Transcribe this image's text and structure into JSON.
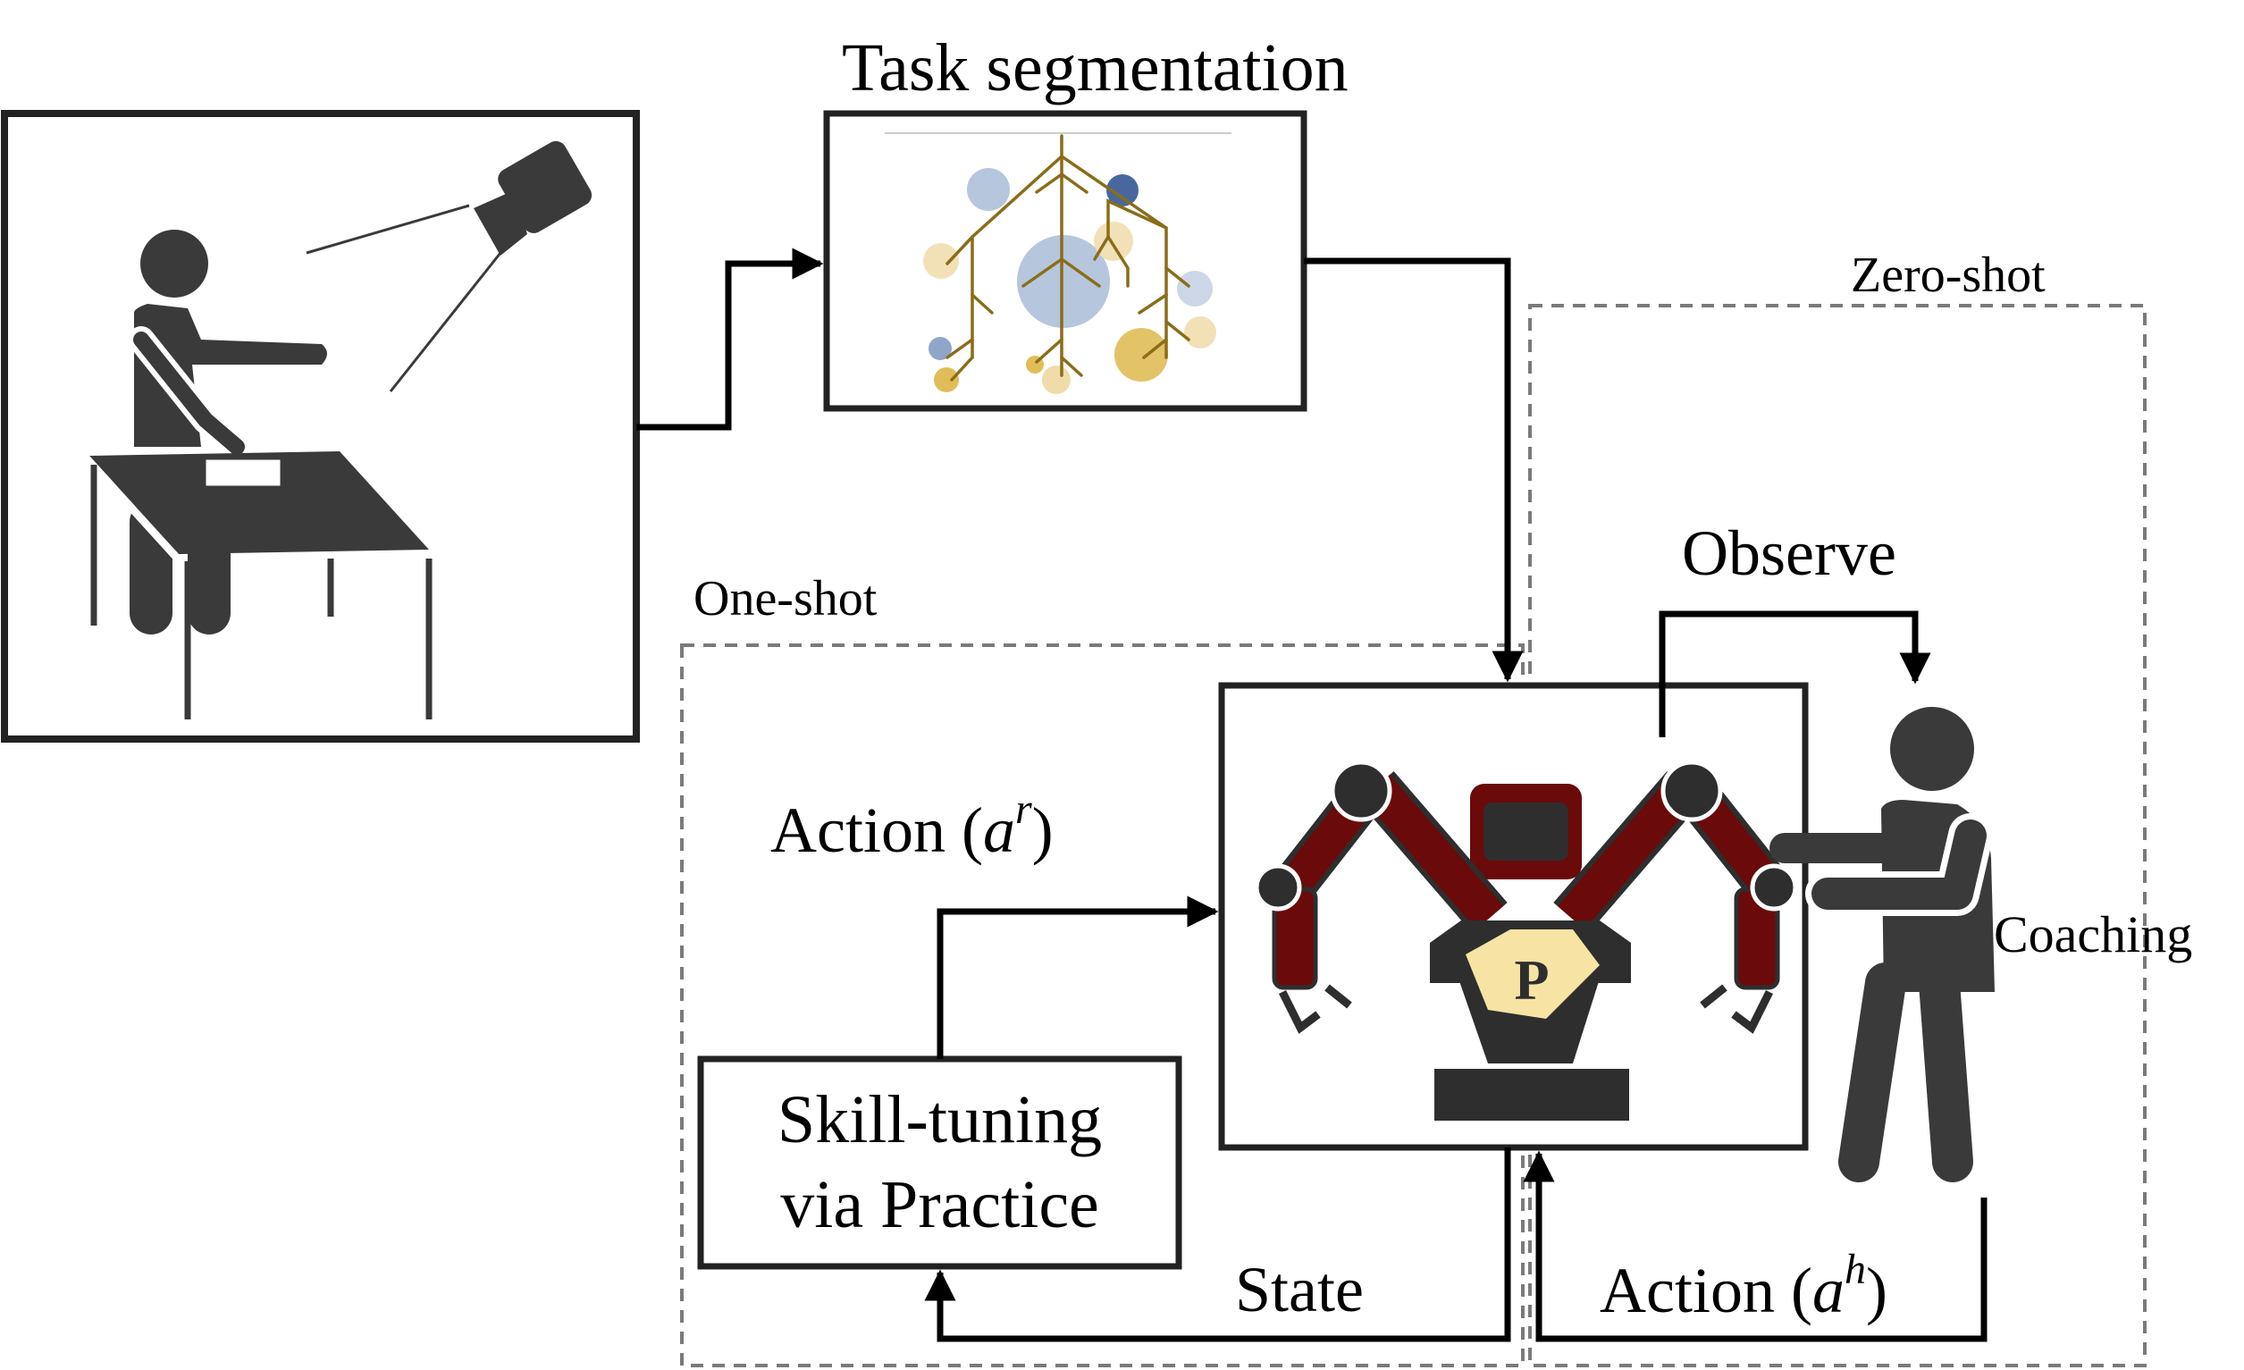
{
  "labels": {
    "task_segmentation": "Task segmentation",
    "zero_shot": "Zero-shot",
    "one_shot": "One-shot",
    "observe": "Observe",
    "coaching": "Coaching",
    "action_r_prefix": "Action (",
    "action_r_var": "a",
    "action_r_sup": "r",
    "action_r_suffix": ")",
    "state": "State",
    "action_h_prefix": "Action (",
    "action_h_var": "a",
    "action_h_sup": "h",
    "action_h_suffix": ")",
    "skill_line1": "Skill-tuning",
    "skill_line2": "via Practice",
    "robot_badge": "P"
  },
  "colors": {
    "line": "#000000",
    "figure": "#3a3a3a",
    "robot_arm": "#6b0a0a",
    "robot_body": "#2e2e2e",
    "badge": "#f7e3a3",
    "dashed_box": "#7a7a7a",
    "tree_branch": "#8a6d1a",
    "bubble_blue": "#7f9cc4",
    "bubble_gold": "#e0bd58"
  },
  "icons": {
    "demonstrator": "person-at-table-icon",
    "camera": "camera-icon",
    "tree": "segmentation-tree-icon",
    "robot": "dual-arm-robot-icon",
    "coach": "coaching-person-icon"
  }
}
